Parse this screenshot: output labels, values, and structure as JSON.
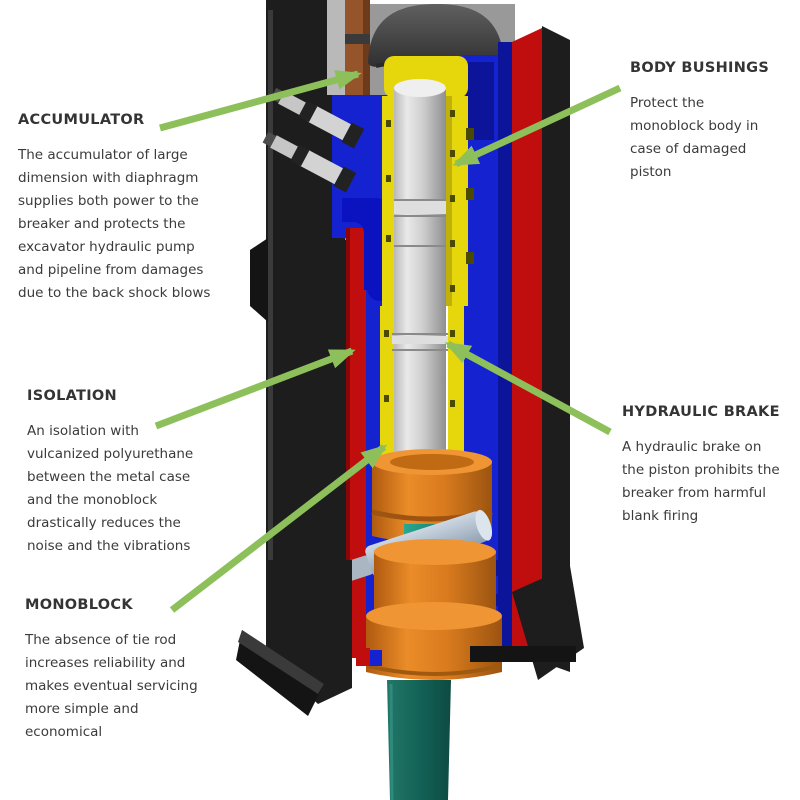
{
  "annotations": {
    "accumulator": {
      "title": "ACCUMULATOR",
      "body": "The accumulator of large dimension with diaphragm supplies both power to the breaker and protects the excavator hydraulic pump and pipeline from damages due to the back shock blows"
    },
    "isolation": {
      "title": "ISOLATION",
      "body": "An isolation with vulcanized polyurethane between the metal case and the monoblock drastically reduces the noise and the vibrations"
    },
    "monoblock": {
      "title": "MONOBLOCK",
      "body": "The absence of tie rod increases reliability and makes eventual servicing more simple and economical"
    },
    "body_bushings": {
      "title": "BODY BUSHINGS",
      "body": "Protect the monoblock body in case of damaged piston"
    },
    "hydraulic_brake": {
      "title": "HYDRAULIC BRAKE",
      "body": "A hydraulic brake on the piston prohibits the breaker from harmful blank firing"
    }
  },
  "colors": {
    "arrow_green": "#8dc05a",
    "text": "#3b3b3b",
    "case_black": "#1d1d1d",
    "case_black_deep": "#141414",
    "case_highlight": "#3a3a3a",
    "liner_red": "#c00d0d",
    "liner_red_dark": "#8a0606",
    "monoblock_blue": "#1522cf",
    "monoblock_blue_dark": "#0c149a",
    "pipe_blue": "#0b13c0",
    "valve_yellow": "#e6d70d",
    "valve_yellow_shade": "#bfb10a",
    "bolt_dark": "#4a4a00",
    "housing_gray": "#999999",
    "housing_gray_light": "#b9b9b9",
    "dome_edge": "#2a2a2a",
    "hatch_gray": "#4c4c4c",
    "copper_brown": "#96542a",
    "copper_brown_dark": "#6e3a1c",
    "piston_cap": "#efefef",
    "piston_band": "#dedede",
    "seam_gray": "#8a8a8a",
    "bushing_lip": "#ef9533",
    "bushing_lip_inner": "#c06a14",
    "pin_silver_light": "#dce4ec",
    "pin_silver": "#aab6c2",
    "tool_teal_bright_hi": "#2aa893",
    "fitting_silver": "#d3d3d3",
    "fitting_silver_dim": "#c6c6c6",
    "fitting_black": "#222222"
  }
}
